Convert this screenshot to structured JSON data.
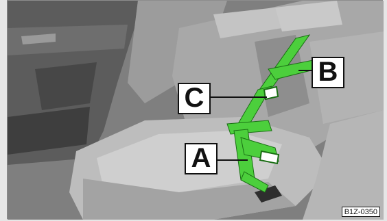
{
  "figure": {
    "callouts": {
      "a": "A",
      "b": "B",
      "c": "C"
    },
    "figure_code": "B1Z-0350"
  },
  "colors": {
    "belt_green": "#4ccf3c",
    "interior_gray": "#8a8a8a",
    "background": "#e6e6e6"
  }
}
